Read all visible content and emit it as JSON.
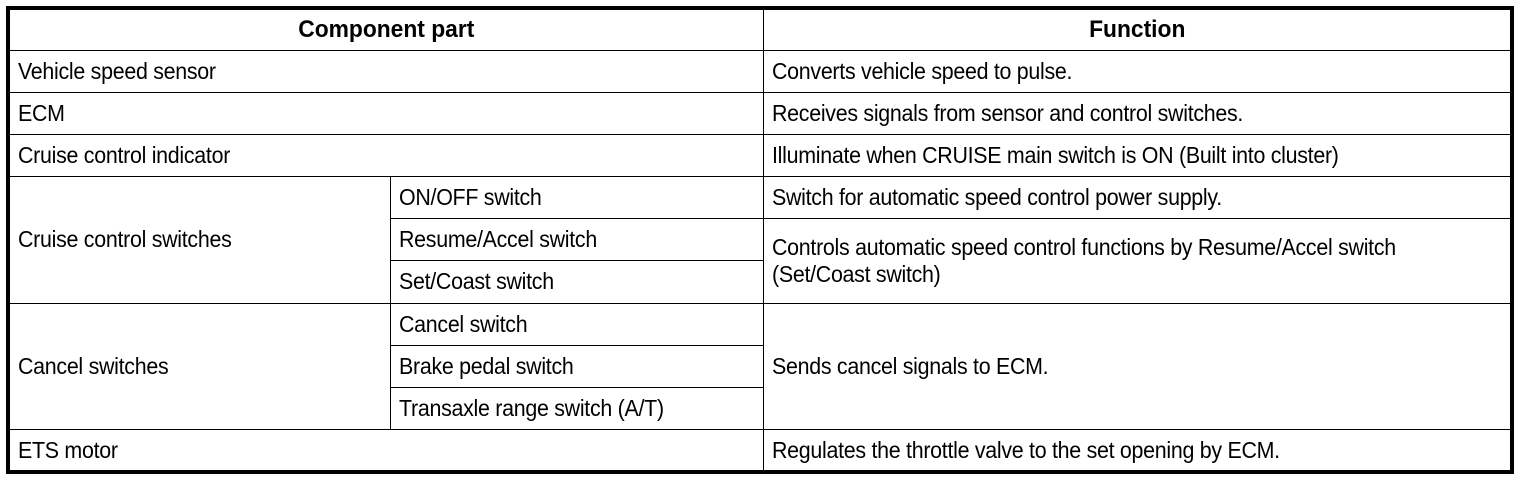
{
  "table": {
    "headers": {
      "component_part": "Component part",
      "function": "Function"
    },
    "rows": [
      {
        "component": "Vehicle speed sensor",
        "sub": null,
        "function": "Converts vehicle speed to pulse."
      },
      {
        "component": "ECM",
        "sub": null,
        "function": "Receives signals from sensor and control switches."
      },
      {
        "component": "Cruise control indicator",
        "sub": null,
        "function": "Illuminate when CRUISE main switch is ON (Built into cluster)"
      },
      {
        "component": "Cruise control switches",
        "sub": "ON/OFF switch",
        "function": "Switch for automatic speed control power supply."
      },
      {
        "component": null,
        "sub": "Resume/Accel switch",
        "function": "Controls automatic speed control functions by Resume/Accel switch (Set/Coast switch)"
      },
      {
        "component": null,
        "sub": "Set/Coast switch",
        "function": null
      },
      {
        "component": "Cancel switches",
        "sub": "Cancel switch",
        "function": "Sends cancel signals to ECM."
      },
      {
        "component": null,
        "sub": "Brake pedal switch",
        "function": null
      },
      {
        "component": null,
        "sub": "Transaxle range switch (A/T)",
        "function": null
      },
      {
        "component": "ETS motor",
        "sub": null,
        "function": "Regulates the throttle valve to the set opening by ECM."
      }
    ]
  },
  "colors": {
    "border": "#000000",
    "text": "#000000",
    "background": "#ffffff"
  }
}
